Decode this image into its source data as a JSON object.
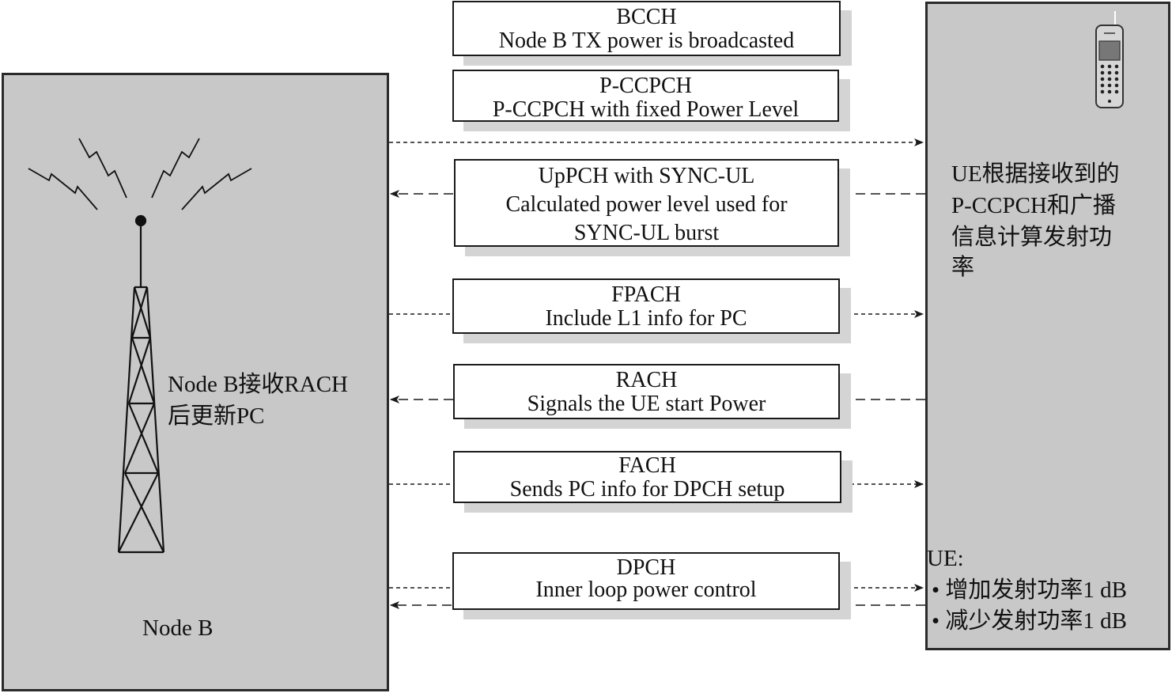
{
  "node_b": {
    "label": "Node B",
    "note_line1": "Node B接收RACH",
    "note_line2": "后更新PC"
  },
  "ue": {
    "note_lines": [
      "UE根据接收到的",
      "P-CCPCH和广播",
      "信息计算发射功",
      "率"
    ],
    "actions_title": "UE:",
    "actions": [
      "增加发射功率1 dB",
      "减少发射功率1 dB"
    ]
  },
  "messages": [
    {
      "channel": "BCCH",
      "desc": "Node B TX power is broadcasted"
    },
    {
      "channel": "P-CCPCH",
      "desc": "P-CCPCH with fixed Power Level"
    },
    {
      "channel": "UpPCH with SYNC-UL",
      "desc": "Calculated power level used for",
      "desc2": "SYNC-UL burst"
    },
    {
      "channel": "FPACH",
      "desc": "Include L1 info for PC"
    },
    {
      "channel": "RACH",
      "desc": "Signals the UE start Power"
    },
    {
      "channel": "FACH",
      "desc": "Sends PC info for DPCH setup"
    },
    {
      "channel": "DPCH",
      "desc": "Inner loop power control"
    }
  ],
  "icons": {
    "tower": "radio-tower-icon",
    "phone": "mobile-phone-icon"
  }
}
